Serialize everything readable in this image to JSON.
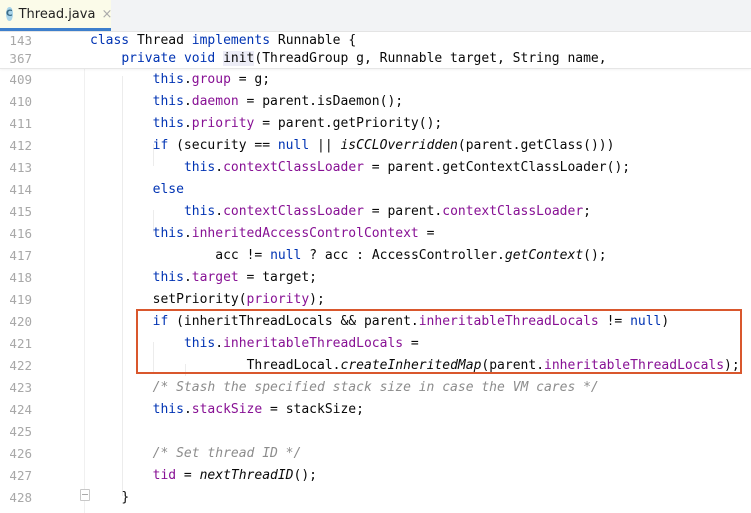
{
  "tab": {
    "icon_letter": "C",
    "label": "Thread.java",
    "close": "×"
  },
  "sticky_lines": [
    {
      "num": "143",
      "indent": 0,
      "tokens": [
        {
          "t": "class",
          "c": "keyword"
        },
        {
          "t": " Thread "
        },
        {
          "t": "implements",
          "c": "keyword"
        },
        {
          "t": " Runnable {"
        }
      ]
    },
    {
      "num": "367",
      "indent": 4,
      "tokens": [
        {
          "t": "private",
          "c": "keyword"
        },
        {
          "t": " "
        },
        {
          "t": "void",
          "c": "keyword"
        },
        {
          "t": " "
        },
        {
          "t": "init",
          "c": "hl"
        },
        {
          "t": "(ThreadGroup g, Runnable target, String name,"
        }
      ]
    }
  ],
  "lines": [
    {
      "num": "409",
      "indent": 8,
      "tokens": [
        {
          "t": "this",
          "c": "keyword"
        },
        {
          "t": "."
        },
        {
          "t": "group",
          "c": "field"
        },
        {
          "t": " = g;"
        }
      ]
    },
    {
      "num": "410",
      "indent": 8,
      "tokens": [
        {
          "t": "this",
          "c": "keyword"
        },
        {
          "t": "."
        },
        {
          "t": "daemon",
          "c": "field"
        },
        {
          "t": " = parent.isDaemon();"
        }
      ]
    },
    {
      "num": "411",
      "indent": 8,
      "tokens": [
        {
          "t": "this",
          "c": "keyword"
        },
        {
          "t": "."
        },
        {
          "t": "priority",
          "c": "field"
        },
        {
          "t": " = parent.getPriority();"
        }
      ]
    },
    {
      "num": "412",
      "indent": 8,
      "tokens": [
        {
          "t": "if",
          "c": "keyword"
        },
        {
          "t": " (security == "
        },
        {
          "t": "null",
          "c": "keyword"
        },
        {
          "t": " || "
        },
        {
          "t": "isCCLOverridden",
          "c": "italic"
        },
        {
          "t": "(parent.getClass()))"
        }
      ]
    },
    {
      "num": "413",
      "indent": 12,
      "tokens": [
        {
          "t": "this",
          "c": "keyword"
        },
        {
          "t": "."
        },
        {
          "t": "contextClassLoader",
          "c": "field"
        },
        {
          "t": " = parent.getContextClassLoader();"
        }
      ]
    },
    {
      "num": "414",
      "indent": 8,
      "tokens": [
        {
          "t": "else",
          "c": "keyword"
        }
      ]
    },
    {
      "num": "415",
      "indent": 12,
      "tokens": [
        {
          "t": "this",
          "c": "keyword"
        },
        {
          "t": "."
        },
        {
          "t": "contextClassLoader",
          "c": "field"
        },
        {
          "t": " = parent."
        },
        {
          "t": "contextClassLoader",
          "c": "field"
        },
        {
          "t": ";"
        }
      ]
    },
    {
      "num": "416",
      "indent": 8,
      "tokens": [
        {
          "t": "this",
          "c": "keyword"
        },
        {
          "t": "."
        },
        {
          "t": "inheritedAccessControlContext",
          "c": "field"
        },
        {
          "t": " ="
        }
      ]
    },
    {
      "num": "417",
      "indent": 16,
      "tokens": [
        {
          "t": "acc != "
        },
        {
          "t": "null",
          "c": "keyword"
        },
        {
          "t": " ? acc : AccessController."
        },
        {
          "t": "getContext",
          "c": "italic"
        },
        {
          "t": "();"
        }
      ]
    },
    {
      "num": "418",
      "indent": 8,
      "tokens": [
        {
          "t": "this",
          "c": "keyword"
        },
        {
          "t": "."
        },
        {
          "t": "target",
          "c": "field"
        },
        {
          "t": " = target;"
        }
      ]
    },
    {
      "num": "419",
      "indent": 8,
      "tokens": [
        {
          "t": "setPriority("
        },
        {
          "t": "priority",
          "c": "field"
        },
        {
          "t": ");"
        }
      ]
    },
    {
      "num": "420",
      "indent": 8,
      "tokens": [
        {
          "t": "if",
          "c": "keyword"
        },
        {
          "t": " (inheritThreadLocals && parent."
        },
        {
          "t": "inheritableThreadLocals",
          "c": "field"
        },
        {
          "t": " != "
        },
        {
          "t": "null",
          "c": "keyword"
        },
        {
          "t": ")"
        }
      ]
    },
    {
      "num": "421",
      "indent": 12,
      "tokens": [
        {
          "t": "this",
          "c": "keyword"
        },
        {
          "t": "."
        },
        {
          "t": "inheritableThreadLocals",
          "c": "field"
        },
        {
          "t": " ="
        }
      ]
    },
    {
      "num": "422",
      "indent": 20,
      "tokens": [
        {
          "t": "ThreadLocal."
        },
        {
          "t": "createInheritedMap",
          "c": "italic"
        },
        {
          "t": "(parent."
        },
        {
          "t": "inheritableThreadLocals",
          "c": "field"
        },
        {
          "t": ");"
        }
      ]
    },
    {
      "num": "423",
      "indent": 8,
      "tokens": [
        {
          "t": "/* Stash the specified stack size in case the VM cares */",
          "c": "comment"
        }
      ]
    },
    {
      "num": "424",
      "indent": 8,
      "tokens": [
        {
          "t": "this",
          "c": "keyword"
        },
        {
          "t": "."
        },
        {
          "t": "stackSize",
          "c": "field"
        },
        {
          "t": " = stackSize;"
        }
      ]
    },
    {
      "num": "425",
      "indent": 0,
      "tokens": []
    },
    {
      "num": "426",
      "indent": 8,
      "tokens": [
        {
          "t": "/* Set thread ID */",
          "c": "comment"
        }
      ]
    },
    {
      "num": "427",
      "indent": 8,
      "tokens": [
        {
          "t": "tid",
          "c": "field"
        },
        {
          "t": " = "
        },
        {
          "t": "nextThreadID",
          "c": "italic"
        },
        {
          "t": "();"
        }
      ]
    },
    {
      "num": "428",
      "indent": 4,
      "tokens": [
        {
          "t": "}"
        }
      ]
    }
  ]
}
